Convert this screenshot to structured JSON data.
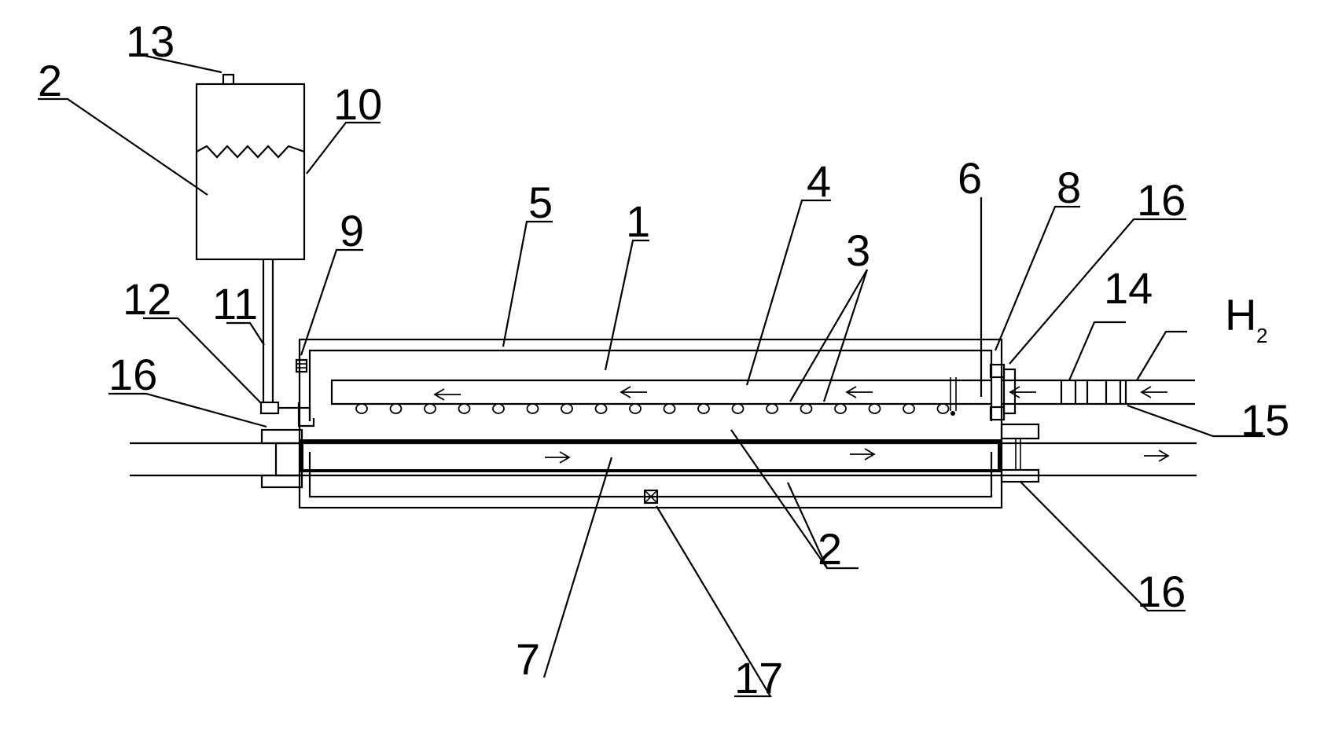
{
  "labels": {
    "l13": "13",
    "l2a": "2",
    "l10": "10",
    "l5": "5",
    "l1": "1",
    "l4": "4",
    "l6": "6",
    "l8": "8",
    "l16a": "16",
    "l3": "3",
    "l9": "9",
    "l12": "12",
    "l11": "11",
    "l14": "14",
    "l16b": "16",
    "h2_main": "H",
    "h2_sub": "2",
    "l15": "15",
    "l2b": "2",
    "l16c": "16",
    "l7": "7",
    "l17": "17"
  }
}
